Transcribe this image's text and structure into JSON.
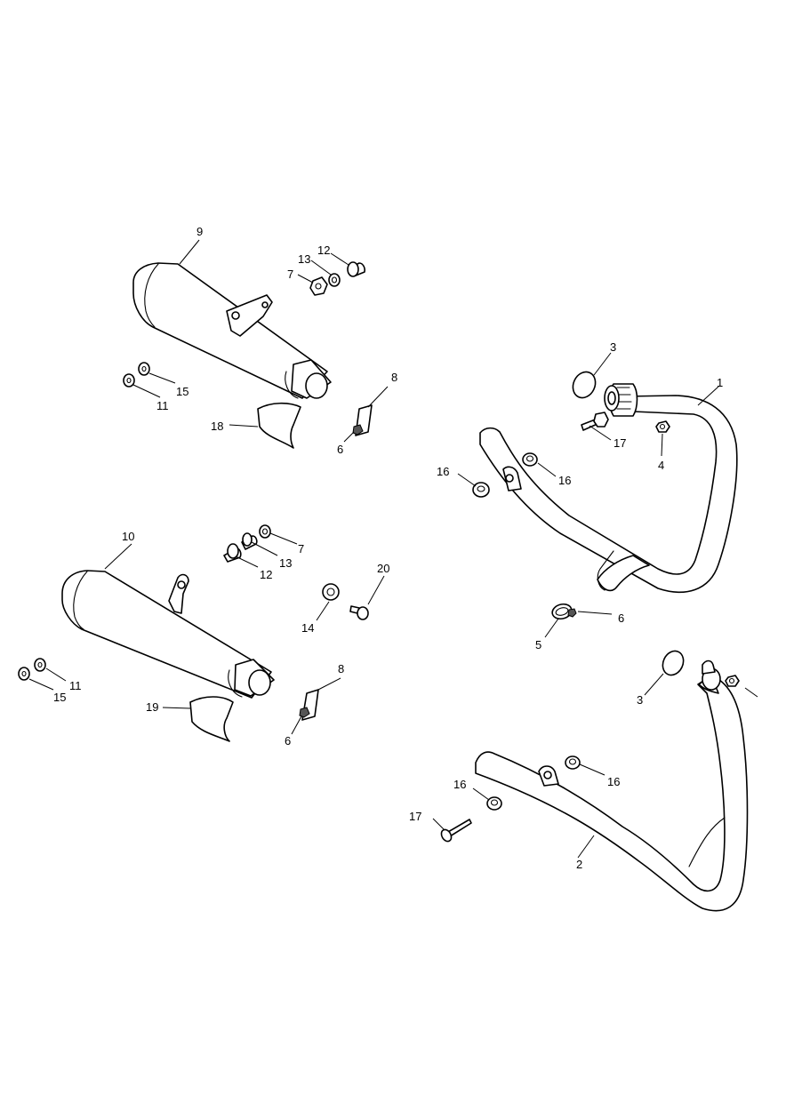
{
  "callouts": {
    "c1": "1",
    "c2": "2",
    "c3a": "3",
    "c3b": "3",
    "c4": "4",
    "c5": "5",
    "c6a": "6",
    "c6b": "6",
    "c6c": "6",
    "c7a": "7",
    "c7b": "7",
    "c8a": "8",
    "c8b": "8",
    "c9": "9",
    "c10": "10",
    "c11a": "11",
    "c11b": "11",
    "c12a": "12",
    "c12b": "12",
    "c13a": "13",
    "c13b": "13",
    "c14": "14",
    "c15a": "15",
    "c15b": "15",
    "c16a": "16",
    "c16b": "16",
    "c16c": "16",
    "c16d": "16",
    "c17a": "17",
    "c17b": "17",
    "c18": "18",
    "c19": "19",
    "c20": "20"
  }
}
